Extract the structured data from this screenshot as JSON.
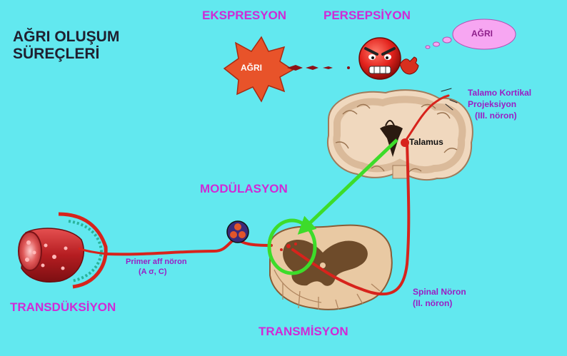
{
  "title": {
    "line1": "AĞRI OLUŞUM",
    "line2": "SÜREÇLERİ"
  },
  "labels": {
    "ekspresyon": "EKSPRESYON",
    "persepsiyon": "PERSEPSİYON",
    "agri_burst": "AĞRI",
    "agri_bubble": "AĞRI",
    "talamo_1": "Talamo Kortikal",
    "talamo_2": "Projeksiyon",
    "talamo_3": "(III. nöron)",
    "talamus": "Talamus",
    "modulasyon": "MODÜLASYON",
    "primer_1": "Primer aff nöron",
    "primer_2": "(A σ, C)",
    "spinal_1": "Spinal Nöron",
    "spinal_2": "(II. nöron)",
    "transduksiyon": "TRANSDÜKSİYON",
    "transmisyon": "TRANSMİSYON"
  },
  "colors": {
    "background": "#62e8ef",
    "process_label": "#d02ad6",
    "neuron_label": "#9a1ec4",
    "neuron_path": "#d7231c",
    "modulation_arrow": "#3ddc2a"
  },
  "icons": [
    "pain-burst-icon",
    "angry-face-icon",
    "thought-bubble-icon",
    "brain-section-icon",
    "spinal-cord-section-icon",
    "blood-vessel-icon",
    "nerve-bundle-icon"
  ]
}
